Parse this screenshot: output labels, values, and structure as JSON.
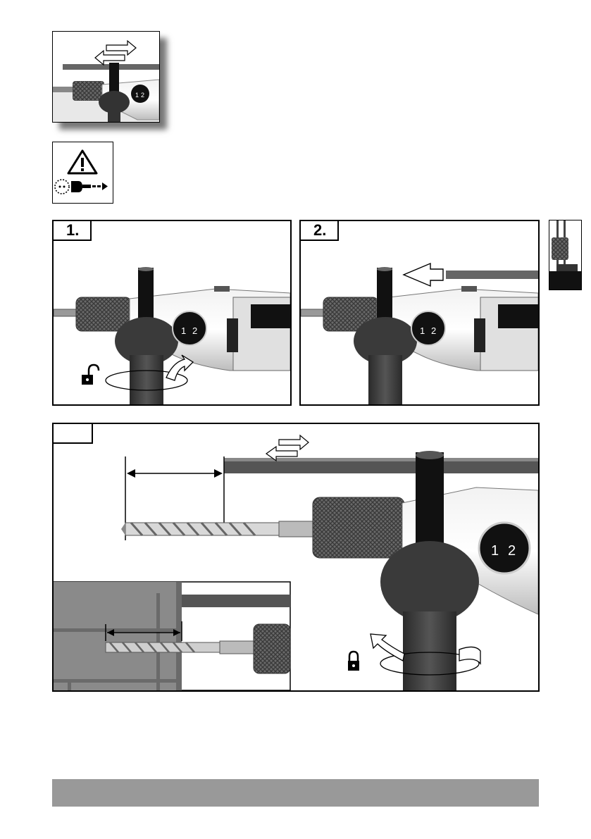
{
  "steps": [
    {
      "label": "1."
    },
    {
      "label": "2."
    },
    {
      "label": ""
    }
  ],
  "handle": {
    "speed_labels": [
      "1",
      "2"
    ]
  },
  "icons": {
    "warning": "warning-triangle-icon",
    "unplug": "unplug-icon",
    "unlock": "padlock-open-icon",
    "lock": "padlock-closed-icon"
  },
  "colors": {
    "grip": "#3a3a3a",
    "rod": "#555555",
    "footer": "#999999",
    "sidetab": "#111111"
  }
}
